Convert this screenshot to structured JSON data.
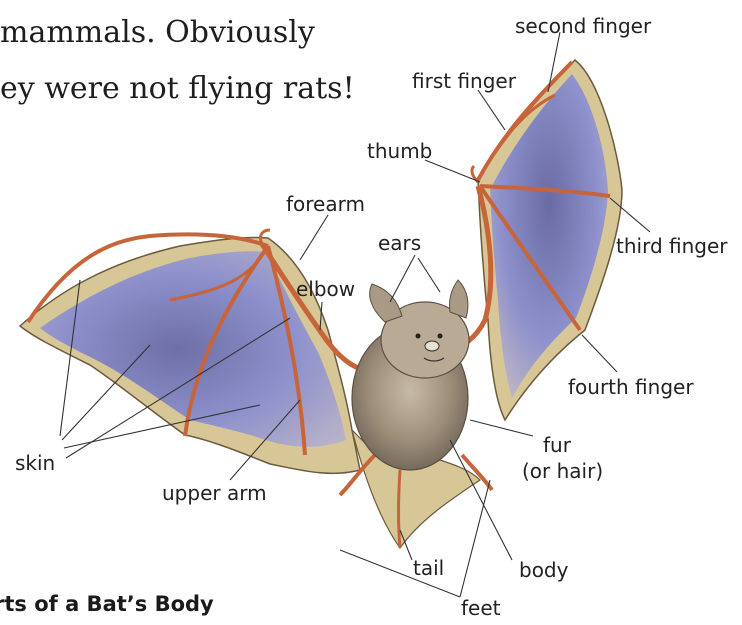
{
  "text": {
    "line1": "mammals. Obviously",
    "line2": "ey were not flying rats!"
  },
  "caption": "rts of a Bat’s Body",
  "labels": {
    "second_finger": "second finger",
    "first_finger": "first finger",
    "thumb": "thumb",
    "forearm": "forearm",
    "ears": "ears",
    "elbow": "elbow",
    "third_finger": "third finger",
    "fourth_finger": "fourth finger",
    "fur": "fur",
    "or_hair": "(or hair)",
    "skin": "skin",
    "upper_arm": "upper arm",
    "tail": "tail",
    "body": "body",
    "feet": "feet"
  },
  "colors": {
    "membrane_blue": "#8c8fc8",
    "membrane_tan": "#d8c796",
    "bone_orange": "#c7643a",
    "fur_brown": "#9b8c78"
  }
}
